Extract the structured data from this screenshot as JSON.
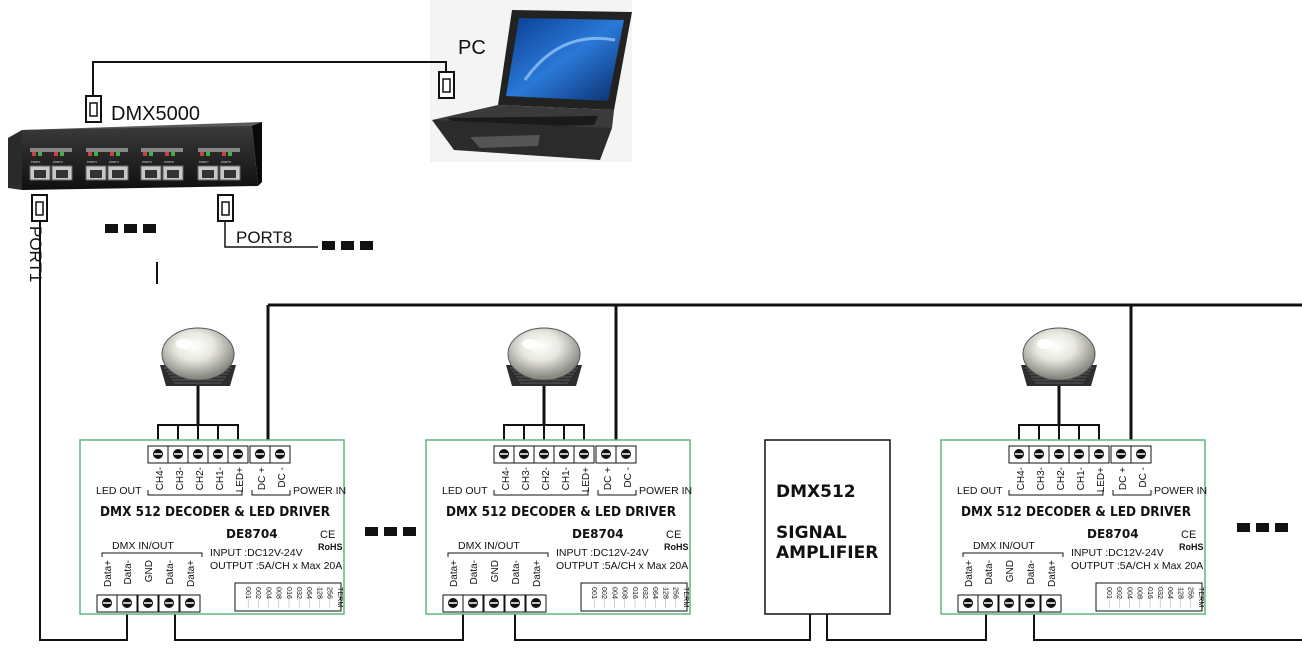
{
  "pc": {
    "label": "PC"
  },
  "hub": {
    "name": "DMX5000",
    "port_first_label": "PORT1",
    "port_last_label": "PORT8",
    "port_leds": [
      "PORT1",
      "PORT2",
      "PORT3",
      "PORT4",
      "PORT5",
      "PORT6",
      "PORT7",
      "PORT8"
    ]
  },
  "driver": {
    "terminal_labels_top": [
      "CH4-",
      "CH3-",
      "CH2-",
      "CH1-",
      "LED+",
      "DC +",
      "DC -"
    ],
    "led_out_label": "LED OUT",
    "power_in_label": "POWER IN",
    "title": "DMX 512 DECODER & LED DRIVER",
    "model": "DE8704",
    "ce_mark": "CE",
    "rohs_mark": "RoHS",
    "input_spec": "INPUT :DC12V-24V",
    "output_spec": "OUTPUT :5A/CH x Max 20A",
    "dmx_group_label": "DMX IN/OUT",
    "terminal_labels_bottom": [
      "Data+",
      "Data-",
      "GND",
      "Data-",
      "Data+"
    ],
    "dip_labels": [
      "001",
      "002",
      "004",
      "008",
      "016",
      "032",
      "064",
      "128",
      "256",
      "TERM"
    ]
  },
  "amplifier": {
    "line1": "DMX512",
    "line2": "SIGNAL",
    "line3": "AMPLIFIER"
  }
}
